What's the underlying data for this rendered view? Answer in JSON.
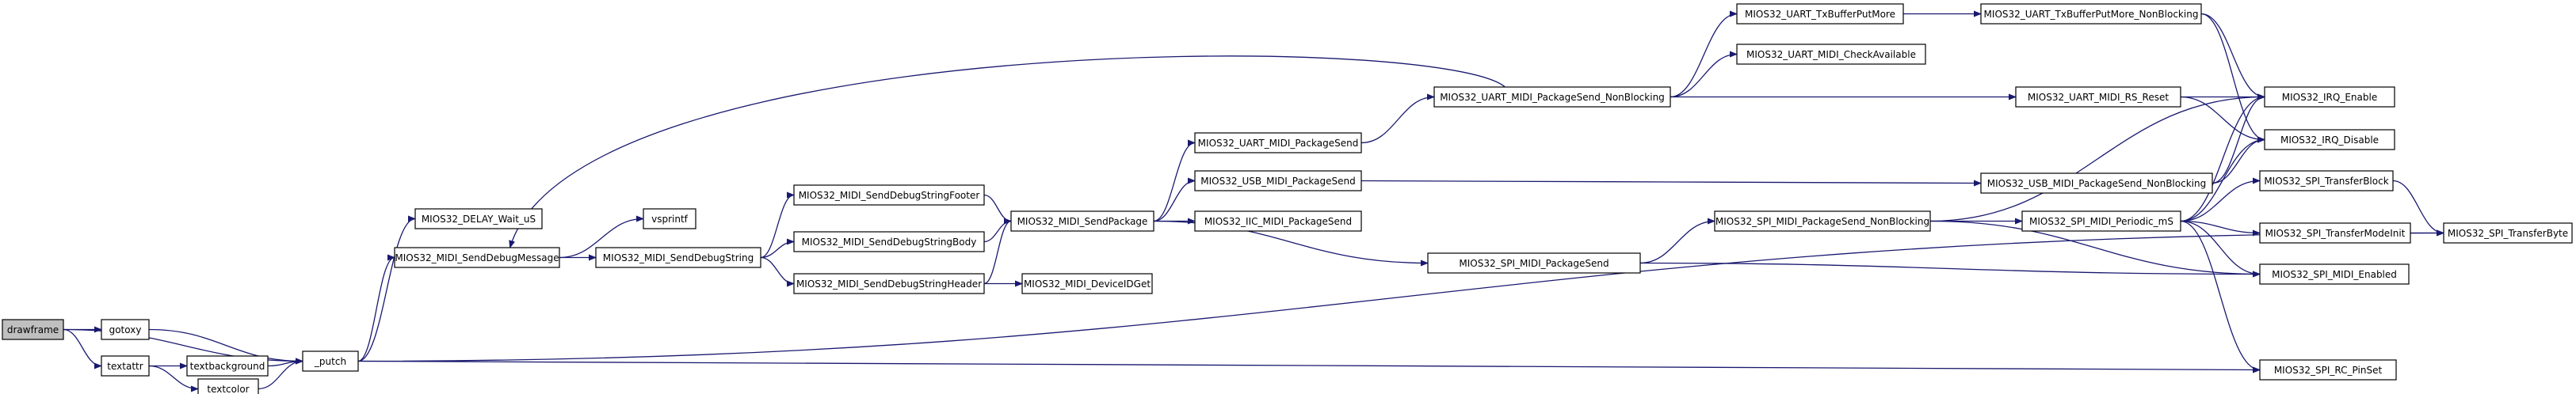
{
  "diagram": {
    "type": "call-graph",
    "edge_color": "#191970",
    "root_fill": "#bfbfbf",
    "nodes": [
      {
        "id": "drawframe",
        "label": "drawframe",
        "root": true
      },
      {
        "id": "gotoxy",
        "label": "gotoxy"
      },
      {
        "id": "textattr",
        "label": "textattr"
      },
      {
        "id": "textbackground",
        "label": "textbackground"
      },
      {
        "id": "textcolor",
        "label": "textcolor"
      },
      {
        "id": "putch",
        "label": "_putch"
      },
      {
        "id": "delay",
        "label": "MIOS32_DELAY_Wait_uS"
      },
      {
        "id": "senddebugmessage",
        "label": "MIOS32_MIDI_SendDebugMessage"
      },
      {
        "id": "vsprintf",
        "label": "vsprintf"
      },
      {
        "id": "senddebugstring",
        "label": "MIOS32_MIDI_SendDebugString"
      },
      {
        "id": "footer",
        "label": "MIOS32_MIDI_SendDebugStringFooter"
      },
      {
        "id": "body",
        "label": "MIOS32_MIDI_SendDebugStringBody"
      },
      {
        "id": "header",
        "label": "MIOS32_MIDI_SendDebugStringHeader"
      },
      {
        "id": "sendpackage",
        "label": "MIOS32_MIDI_SendPackage"
      },
      {
        "id": "deviceid",
        "label": "MIOS32_MIDI_DeviceIDGet"
      },
      {
        "id": "uartsend",
        "label": "MIOS32_UART_MIDI_PackageSend"
      },
      {
        "id": "usbsend",
        "label": "MIOS32_USB_MIDI_PackageSend"
      },
      {
        "id": "iicsend",
        "label": "MIOS32_IIC_MIDI_PackageSend"
      },
      {
        "id": "spisend",
        "label": "MIOS32_SPI_MIDI_PackageSend"
      },
      {
        "id": "uartsendnb",
        "label": "MIOS32_UART_MIDI_PackageSend_NonBlocking"
      },
      {
        "id": "txbufputmore",
        "label": "MIOS32_UART_TxBufferPutMore"
      },
      {
        "id": "checkavail",
        "label": "MIOS32_UART_MIDI_CheckAvailable"
      },
      {
        "id": "txbufputmorenb",
        "label": "MIOS32_UART_TxBufferPutMore_NonBlocking"
      },
      {
        "id": "rsreset",
        "label": "MIOS32_UART_MIDI_RS_Reset"
      },
      {
        "id": "usbsendnb",
        "label": "MIOS32_USB_MIDI_PackageSend_NonBlocking"
      },
      {
        "id": "spisendnb",
        "label": "MIOS32_SPI_MIDI_PackageSend_NonBlocking"
      },
      {
        "id": "periodic",
        "label": "MIOS32_SPI_MIDI_Periodic_mS"
      },
      {
        "id": "irqenable",
        "label": "MIOS32_IRQ_Enable"
      },
      {
        "id": "irqdisable",
        "label": "MIOS32_IRQ_Disable"
      },
      {
        "id": "transferblock",
        "label": "MIOS32_SPI_TransferBlock"
      },
      {
        "id": "transfermodeinit",
        "label": "MIOS32_SPI_TransferModeInit"
      },
      {
        "id": "spienabled",
        "label": "MIOS32_SPI_MIDI_Enabled"
      },
      {
        "id": "rcpinset",
        "label": "MIOS32_SPI_RC_PinSet"
      },
      {
        "id": "transferbyte",
        "label": "MIOS32_SPI_TransferByte"
      }
    ],
    "edges": [
      [
        "drawframe",
        "gotoxy"
      ],
      [
        "drawframe",
        "textattr"
      ],
      [
        "drawframe",
        "putch"
      ],
      [
        "gotoxy",
        "putch"
      ],
      [
        "textattr",
        "textbackground"
      ],
      [
        "textattr",
        "textcolor"
      ],
      [
        "textbackground",
        "putch"
      ],
      [
        "textcolor",
        "putch"
      ],
      [
        "putch",
        "delay"
      ],
      [
        "putch",
        "senddebugmessage"
      ],
      [
        "putch",
        "rcpinset"
      ],
      [
        "putch",
        "transferbyte"
      ],
      [
        "senddebugmessage",
        "vsprintf"
      ],
      [
        "senddebugmessage",
        "senddebugstring"
      ],
      [
        "senddebugstring",
        "footer"
      ],
      [
        "senddebugstring",
        "body"
      ],
      [
        "senddebugstring",
        "header"
      ],
      [
        "footer",
        "sendpackage"
      ],
      [
        "body",
        "sendpackage"
      ],
      [
        "header",
        "sendpackage"
      ],
      [
        "header",
        "deviceid"
      ],
      [
        "sendpackage",
        "uartsend"
      ],
      [
        "sendpackage",
        "usbsend"
      ],
      [
        "sendpackage",
        "iicsend"
      ],
      [
        "sendpackage",
        "spisend"
      ],
      [
        "uartsend",
        "uartsendnb"
      ],
      [
        "uartsendnb",
        "senddebugmessage"
      ],
      [
        "uartsendnb",
        "txbufputmore"
      ],
      [
        "uartsendnb",
        "checkavail"
      ],
      [
        "uartsendnb",
        "rsreset"
      ],
      [
        "txbufputmore",
        "txbufputmorenb"
      ],
      [
        "txbufputmorenb",
        "irqenable"
      ],
      [
        "txbufputmorenb",
        "irqdisable"
      ],
      [
        "rsreset",
        "irqenable"
      ],
      [
        "rsreset",
        "irqdisable"
      ],
      [
        "usbsend",
        "usbsendnb"
      ],
      [
        "usbsendnb",
        "irqenable"
      ],
      [
        "usbsendnb",
        "irqdisable"
      ],
      [
        "spisend",
        "spisendnb"
      ],
      [
        "spisend",
        "spienabled"
      ],
      [
        "spisendnb",
        "irqenable"
      ],
      [
        "spisendnb",
        "periodic"
      ],
      [
        "spisendnb",
        "spienabled"
      ],
      [
        "periodic",
        "irqenable"
      ],
      [
        "periodic",
        "irqdisable"
      ],
      [
        "periodic",
        "transferblock"
      ],
      [
        "periodic",
        "transfermodeinit"
      ],
      [
        "periodic",
        "spienabled"
      ],
      [
        "periodic",
        "rcpinset"
      ],
      [
        "transferblock",
        "transferbyte"
      ],
      [
        "transfermodeinit",
        "transferbyte"
      ]
    ]
  }
}
